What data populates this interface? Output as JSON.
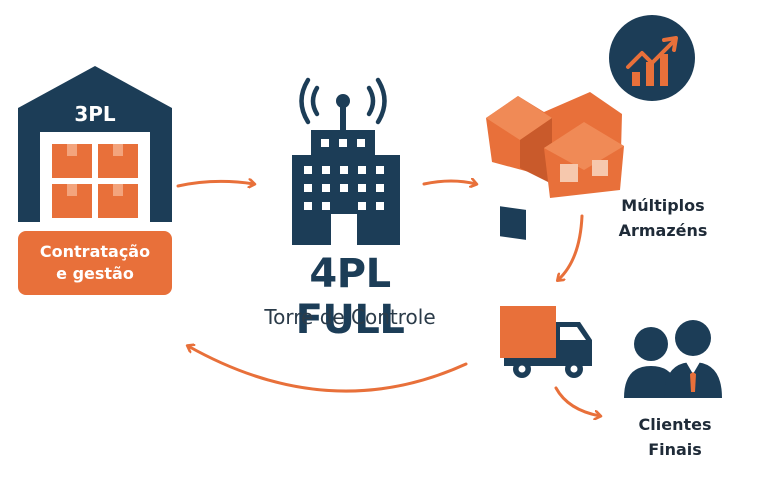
{
  "warehouse_3pl": {
    "badge": "3PL",
    "label": "Contratação e gestão"
  },
  "control_tower": {
    "title": "4PL FULL",
    "subtitle": "Torre de Controle"
  },
  "warehouses": {
    "label_line1": "Múltiplos",
    "label_line2": "Armazéns"
  },
  "clients": {
    "label_line1": "Clientes",
    "label_line2": "Finais"
  },
  "colors": {
    "navy": "#1c3d57",
    "orange": "#e8703a",
    "text": "#1f2b38"
  },
  "icons": [
    "3pl-warehouse-icon",
    "radio-tower-building-icon",
    "growth-chart-icon",
    "warehouses-icon",
    "delivery-truck-icon",
    "clients-icon"
  ]
}
